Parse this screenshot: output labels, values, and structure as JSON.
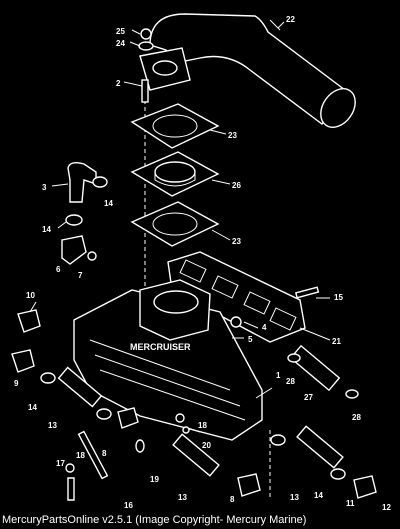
{
  "caption": "MercuryPartsOnline v2.5.1 (Image Copyright- Mercury Marine)",
  "callouts": {
    "c22": "22",
    "c25": "25",
    "c24": "24",
    "c2": "2",
    "c23a": "23",
    "c3": "3",
    "c14a": "14",
    "c26a": "26",
    "c14b": "14",
    "c23b": "23",
    "c6": "6",
    "c7": "7",
    "c15": "15",
    "c10": "10",
    "c4": "4",
    "c5": "5",
    "c21": "21",
    "c9": "9",
    "c28a": "28",
    "c27": "27",
    "c1": "1",
    "c14c": "14",
    "c28b": "28",
    "c13a": "13",
    "c18a": "18",
    "c20": "20",
    "c18b": "18",
    "c8a": "8",
    "c17": "17",
    "c19": "19",
    "c16": "16",
    "c13b": "13",
    "c8b": "8",
    "c13c": "13",
    "c14d": "14",
    "c11": "11",
    "c12": "12"
  }
}
